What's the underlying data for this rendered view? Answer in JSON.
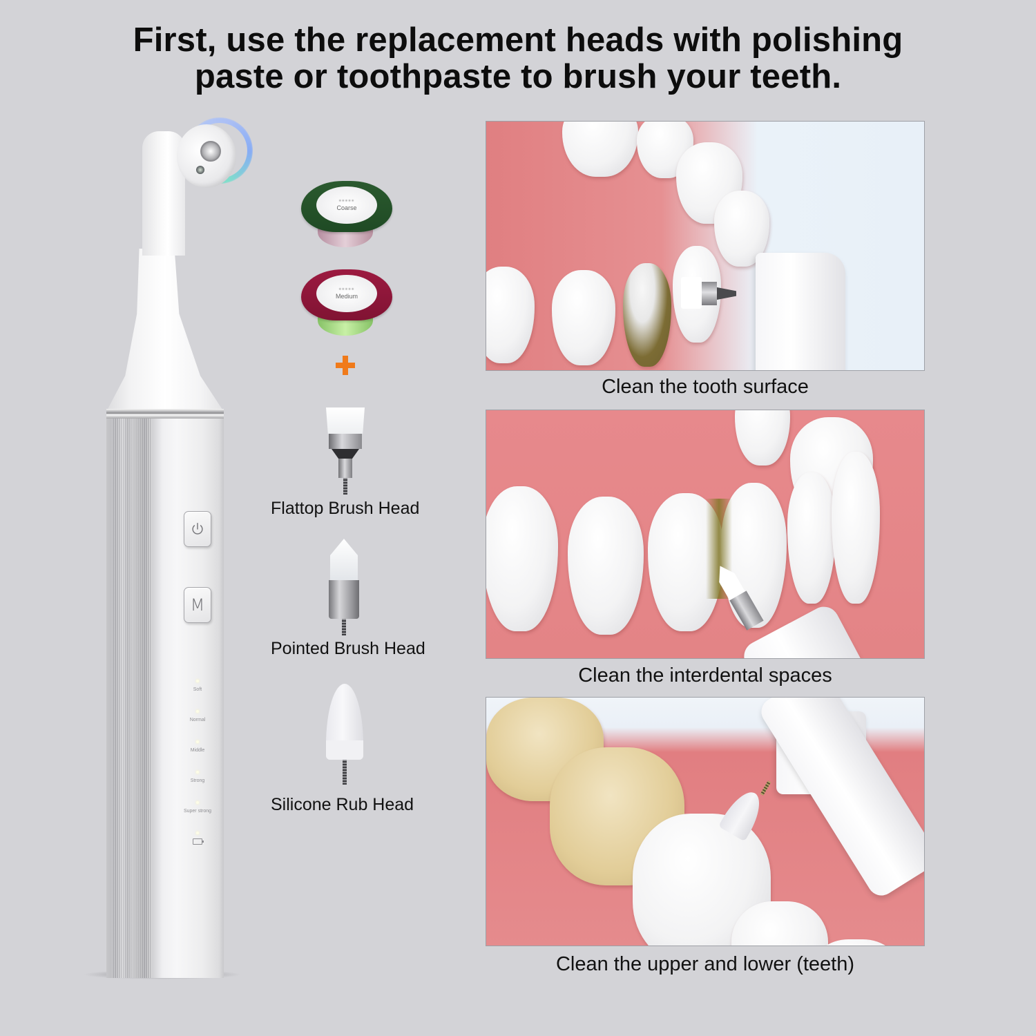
{
  "headline": {
    "line1": "First, use the replacement heads with polishing",
    "line2": "paste or toothpaste to brush your teeth."
  },
  "device": {
    "buttons": [
      {
        "name": "power",
        "icon": "power-icon"
      },
      {
        "name": "mode",
        "label": "M"
      }
    ],
    "modes": [
      "Soft",
      "Normal",
      "Middle",
      "Strong",
      "Super strong"
    ],
    "battery_indicator": "battery-icon"
  },
  "polishing_paste": [
    {
      "grade": "Coarse",
      "lid_color": "#234f28",
      "base_color": "#cfb0be"
    },
    {
      "grade": "Medium",
      "lid_color": "#8c1738",
      "base_color": "#a8dc86"
    }
  ],
  "plus_symbol": {
    "icon": "plus-icon",
    "color": "#f07a1a"
  },
  "brush_heads": [
    {
      "label": "Flattop Brush Head"
    },
    {
      "label": "Pointed Brush Head"
    },
    {
      "label": "Silicone Rub Head"
    }
  ],
  "panels": [
    {
      "caption": "Clean the tooth surface"
    },
    {
      "caption": "Clean the interdental spaces"
    },
    {
      "caption": "Clean the upper and lower (teeth)"
    }
  ]
}
